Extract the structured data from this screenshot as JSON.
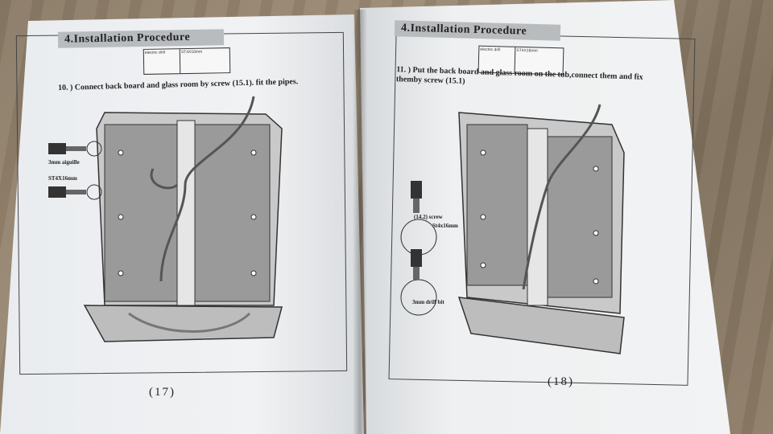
{
  "left_page": {
    "section_title": "4.Installation Procedure",
    "tools": [
      "electric drill",
      "ST4X16mm"
    ],
    "step_text": "10. ) Connect back board and glass room by screw (15.1). fit the pipes.",
    "labels": [
      "3mm aiguille",
      "ST4X16mm"
    ],
    "page_number": "(17)"
  },
  "right_page": {
    "section_title": "4.Installation Procedure",
    "tools": [
      "electric drill",
      "ST4X16mm"
    ],
    "step_text": "11. ) Put the back board and glass room on the tub,connect them and fix themby screw (15.1)",
    "labels": [
      "(14.2) screw",
      "St4x16mm",
      "3mm drill bit"
    ],
    "page_number": "(18)"
  }
}
